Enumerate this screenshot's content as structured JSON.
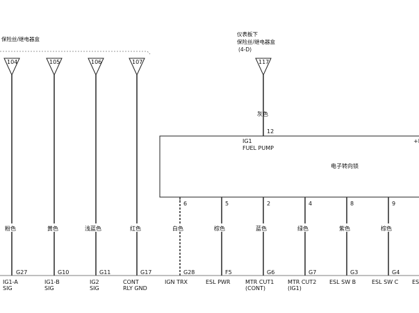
{
  "header": {
    "left_title": "保险丝/继电器盒",
    "right_title_line1": "仪表板下",
    "right_title_line2": "保险丝/继电器盒",
    "right_title_line3": "(4-D)"
  },
  "fuses": [
    {
      "num": "104"
    },
    {
      "num": "105"
    },
    {
      "num": "106"
    },
    {
      "num": "107"
    },
    {
      "num": "117"
    }
  ],
  "upper_wire": {
    "color": "灰色",
    "pin": "12"
  },
  "module": {
    "line1": "IG1",
    "line2": "FUEL PUMP",
    "name": "电子转向锁",
    "right_mark": "+B"
  },
  "module_pins": [
    "6",
    "5",
    "2",
    "4",
    "8",
    "9"
  ],
  "wires": [
    {
      "color": "粉色",
      "pin": "G27",
      "label1": "IG1-A",
      "label2": "SIG"
    },
    {
      "color": "黄色",
      "pin": "G10",
      "label1": "IG1-B",
      "label2": "SIG"
    },
    {
      "color": "浅蓝色",
      "pin": "G11",
      "label1": "IG2",
      "label2": "SIG"
    },
    {
      "color": "红色",
      "pin": "G17",
      "label1": "CONT",
      "label2": "RLY GND"
    },
    {
      "color": "白色",
      "pin": "G28",
      "label1": "IGN TRX",
      "label2": ""
    },
    {
      "color": "棕色",
      "pin": "F5",
      "label1": "ESL PWR",
      "label2": ""
    },
    {
      "color": "蓝色",
      "pin": "G6",
      "label1": "MTR CUT1",
      "label2": "(CONT)"
    },
    {
      "color": "绿色",
      "pin": "G7",
      "label1": "MTR CUT2",
      "label2": "(IG1)"
    },
    {
      "color": "紫色",
      "pin": "G3",
      "label1": "ESL SW B",
      "label2": ""
    },
    {
      "color": "棕色",
      "pin": "G4",
      "label1": "ESL SW C",
      "label2": ""
    }
  ],
  "edge_label": "ES"
}
